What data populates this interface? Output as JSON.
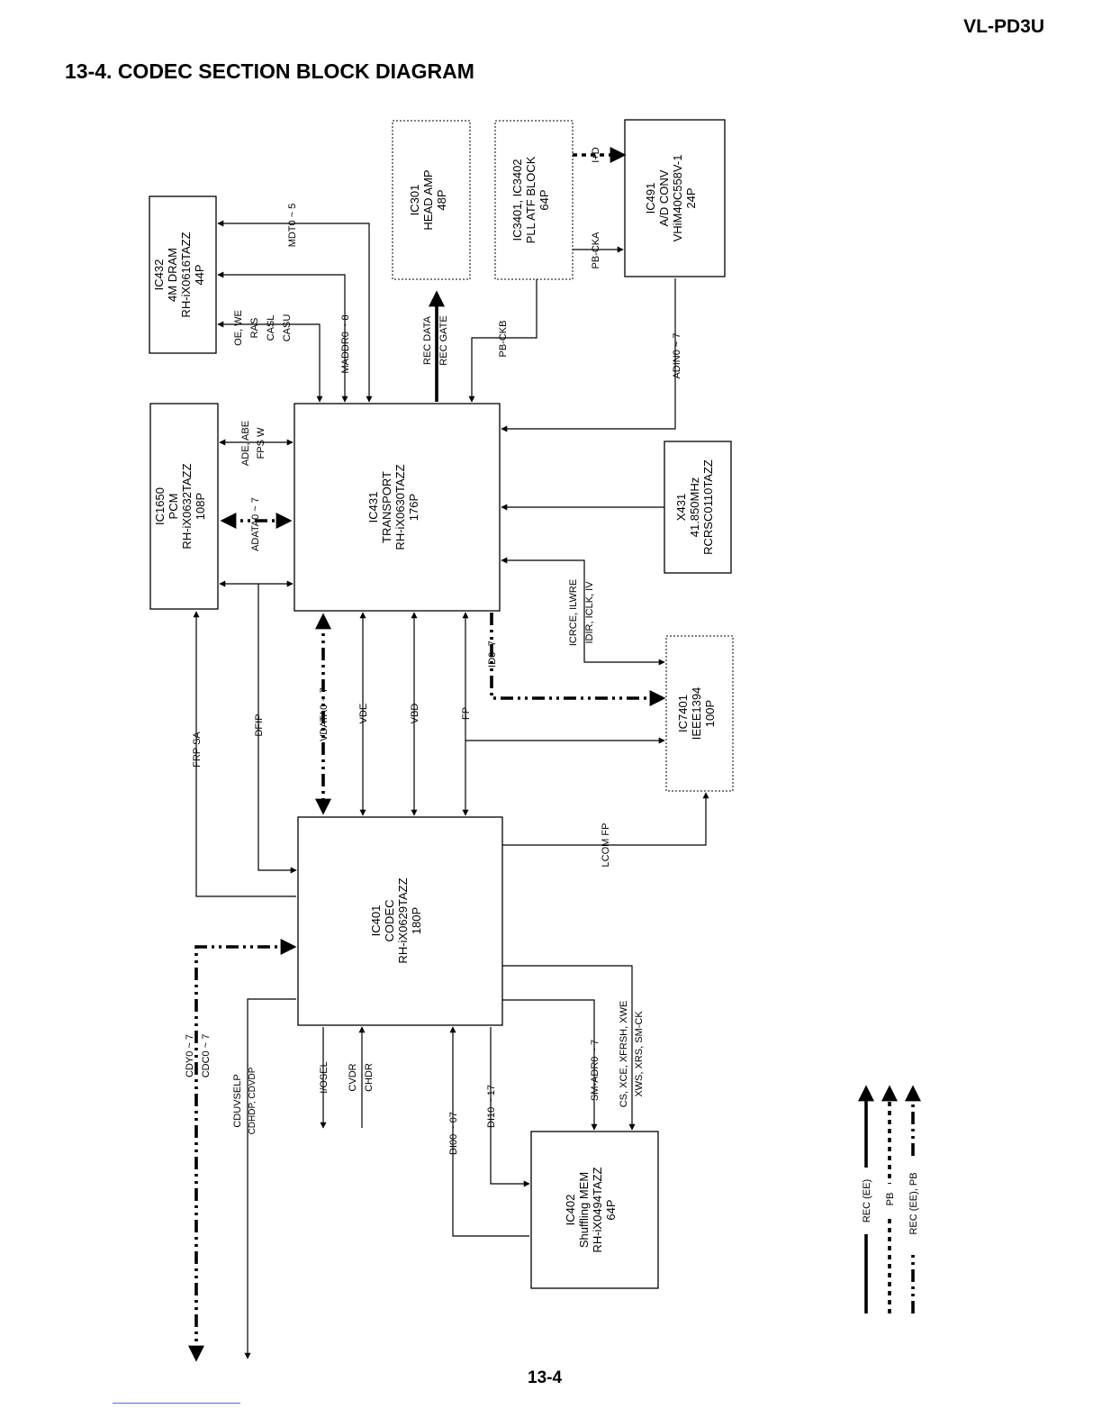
{
  "header": {
    "model": "VL-PD3U",
    "title": "13-4. CODEC SECTION BLOCK DIAGRAM",
    "page_number": "13-4"
  },
  "blocks": {
    "ic432": {
      "l1": "IC432",
      "l2": "4M DRAM",
      "l3": "RH-iX0616TAZZ",
      "l4": "44P"
    },
    "ic1650": {
      "l1": "IC1650",
      "l2": "PCM",
      "l3": "RH-iX0632TAZZ",
      "l4": "108P"
    },
    "ic301": {
      "l1": "IC301",
      "l2": "HEAD AMP",
      "l3": "48P"
    },
    "ic3401": {
      "l1": "IC3401, IC3402",
      "l2": "PLL ATF BLOCK",
      "l3": "64P"
    },
    "ic491": {
      "l1": "IC491",
      "l2": "A/D CONV",
      "l3": "VHiM40C558V-1",
      "l4": "24P"
    },
    "ic431": {
      "l1": "IC431",
      "l2": "TRANSPORT",
      "l3": "RH-iX0630TAZZ",
      "l4": "176P"
    },
    "x431": {
      "l1": "X431",
      "l2": "41.850MHz",
      "l3": "RCRSC0110TAZZ"
    },
    "ic7401": {
      "l1": "IC7401",
      "l2": "IEEE1394",
      "l3": "100P"
    },
    "ic401": {
      "l1": "IC401",
      "l2": "CODEC",
      "l3": "RH-iX0629TAZZ",
      "l4": "180P"
    },
    "ic402": {
      "l1": "IC402",
      "l2": "Shuffling MEM",
      "l3": "RH-iX0494TAZZ",
      "l4": "64P"
    }
  },
  "signals": {
    "mdt": "MDT0 ~ 5",
    "maddr": "MADDR0 ~ 8",
    "oewe": "OE, WE",
    "ras": "RAS",
    "casl": "CASL",
    "casu": "CASU",
    "recdata": "REC DATA",
    "recgate": "REC GATE",
    "pbckb": "PB-CKB",
    "pbcka": "PB-CKA",
    "ipd": "I+D",
    "adin": "ADIN0 ~ 7",
    "adeabe": "ADE, ABE",
    "fpsw": "FPS W",
    "adata": "ADATA0 ~ 7",
    "icrce": "ICRCE, ILWRE",
    "idir": "IDIR, ICLK, IV",
    "id": "ID0~7",
    "frpsa": "FRP SA",
    "dfip": "DFIP",
    "vdata": "VDATA0 ~ 7",
    "vde": "VDE",
    "vbd": "VBD",
    "fp": "FP",
    "lcomfp": "LCOM FP",
    "cdy": "CDY0 ~ 7",
    "cdc": "CDC0 ~ 7",
    "cduvselp": "CDUVSELP",
    "cdhdp": "CDHDP, CDVDP",
    "iosel": "I/OSEL",
    "cvdr": "CVDR",
    "chdr": "CHDR",
    "di0": "DI00 ~ 07",
    "di1": "DI10 ~ 17",
    "smadr": "SM-ADR0 ~ 7",
    "csxce": "CS, XCE, XFRSH, XWE",
    "xws": "XWS, XRS, SM-CK"
  },
  "legend": {
    "rec_ee": "REC (EE)",
    "pb": "PB",
    "rec_ee_pb": "REC (EE), PB"
  }
}
